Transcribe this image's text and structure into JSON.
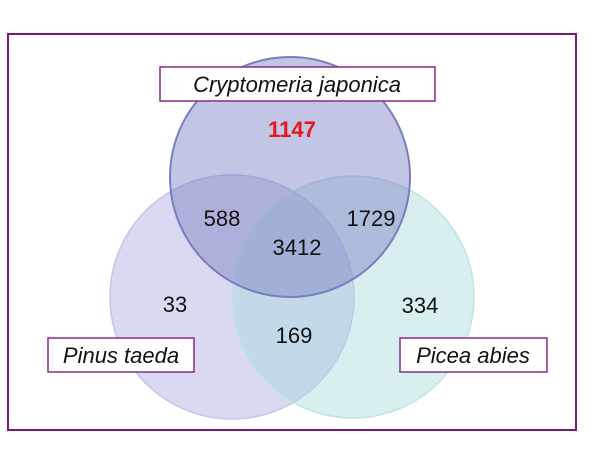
{
  "sets": [
    {
      "name": "Cryptomeria japonica",
      "fill": "#7b7fc4",
      "stroke": "#7a7dbf"
    },
    {
      "name": "Pinus taeda",
      "fill": "#b9b9e6",
      "stroke": "#c4c4e8"
    },
    {
      "name": "Picea abies",
      "fill": "#a9d9dc",
      "stroke": "#bfe3e5"
    }
  ],
  "regions": {
    "cryptomeria_only": "1147",
    "cryptomeria_pinus": "588",
    "cryptomeria_picea": "1729",
    "all_three": "3412",
    "pinus_only": "33",
    "pinus_picea": "169",
    "picea_only": "334"
  },
  "colors": {
    "frame": "#7b1a7b",
    "label_border": "#8a2a8a",
    "highlight": "#e8141e"
  }
}
